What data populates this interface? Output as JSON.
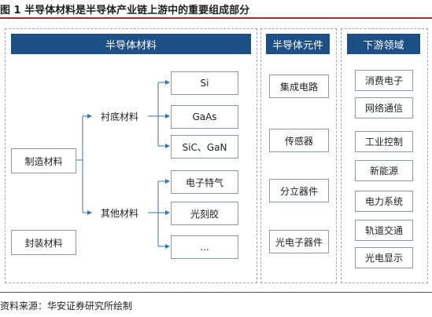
{
  "figure": {
    "title": "图 1 半导体材料是半导体产业链上游中的重要组成部分",
    "source": "资料来源：华安证券研究所绘制"
  },
  "panels": {
    "materials": {
      "header": "半导体材料",
      "manufacturing": "制造材料",
      "packaging": "封装材料",
      "substrate": "衬底材料",
      "other": "其他材料",
      "substrate_items": [
        "Si",
        "GaAs",
        "SiC、GaN"
      ],
      "other_items": [
        "电子特气",
        "光刻胶",
        "..."
      ]
    },
    "components": {
      "header": "半导体元件",
      "items": [
        "集成电路",
        "传感器",
        "分立器件",
        "光电子器件"
      ]
    },
    "downstream": {
      "header": "下游领域",
      "items": [
        "消费电子",
        "网络通信",
        "工业控制",
        "新能源",
        "电力系统",
        "轨道交通",
        "光电显示"
      ]
    }
  },
  "colors": {
    "header_bg": "#1c4f86",
    "title_rule": "#b5232a",
    "connector": "#2e75b6"
  }
}
